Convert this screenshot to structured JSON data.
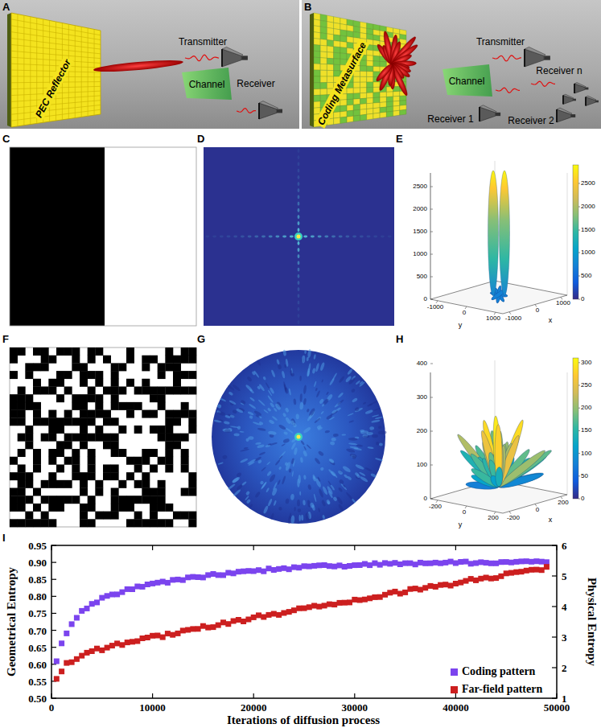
{
  "diagram": {
    "labels": [
      "A",
      "PEC Reflector",
      "Transmitter",
      "Channel",
      "Receiver",
      "B",
      "Coding Metasurface",
      "Transmitter",
      "Channel",
      "Receiver n",
      "Receiver 1",
      "Receiver 2",
      "C",
      "D",
      "E",
      "0",
      "500",
      "1000",
      "1500",
      "2000",
      "2500",
      "-1000",
      "0",
      "1000",
      "y",
      "-1000",
      "0",
      "1000",
      "x",
      "0",
      "500",
      "1000",
      "1500",
      "2000",
      "2500",
      "F",
      "G",
      "H",
      "0",
      "100",
      "200",
      "300",
      "400",
      "-200",
      "0",
      "200",
      "y",
      "-200",
      "0",
      "200",
      "x",
      "0",
      "50",
      "100",
      "150",
      "200",
      "250",
      "300",
      "I",
      "Geometrical Entropy",
      "0.50",
      "0.55",
      "0.60",
      "0.65",
      "0.70",
      "0.75",
      "0.80",
      "0.85",
      "0.90",
      "0.95",
      "Physical Entropy",
      "1",
      "2",
      "3",
      "4",
      "5",
      "6",
      "0",
      "10000",
      "20000",
      "30000",
      "40000",
      "50000",
      "Iterations of diffusion process"
    ],
    "legend": [
      {
        "text": "Coding pattern",
        "color": "#7b44ee"
      },
      {
        "text": "Far-field pattern",
        "color": "#cc1f1f"
      }
    ]
  }
}
